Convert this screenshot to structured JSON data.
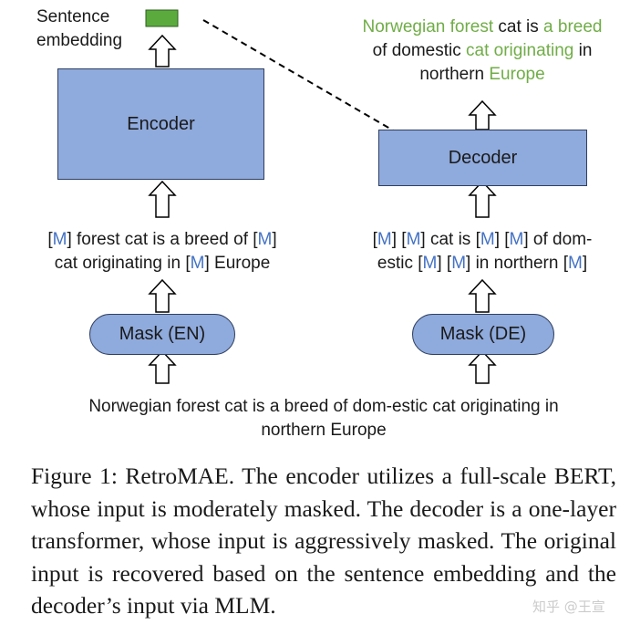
{
  "encoder_side": {
    "sentence_embedding_label_line1": "Sentence",
    "sentence_embedding_label_line2": "embedding",
    "encoder_label": "Encoder",
    "masked_input_line1": [
      {
        "t": "[",
        "k": "n"
      },
      {
        "t": "M",
        "k": "m"
      },
      {
        "t": "] forest cat is a breed of ",
        "k": "n"
      },
      {
        "t": "[",
        "k": "n"
      },
      {
        "t": "M",
        "k": "m"
      },
      {
        "t": "]",
        "k": "n"
      }
    ],
    "masked_input_line2": [
      {
        "t": "cat originating in ",
        "k": "n"
      },
      {
        "t": "[",
        "k": "n"
      },
      {
        "t": "M",
        "k": "m"
      },
      {
        "t": "] Europe",
        "k": "n"
      }
    ],
    "mask_label": "Mask (EN)"
  },
  "decoder_side": {
    "output_line1": [
      {
        "t": "Norwegian forest",
        "k": "g"
      },
      {
        "t": " cat is ",
        "k": "n"
      },
      {
        "t": "a breed",
        "k": "g"
      }
    ],
    "output_line2": [
      {
        "t": "of domestic ",
        "k": "n"
      },
      {
        "t": "cat originating",
        "k": "g"
      },
      {
        "t": " in",
        "k": "n"
      }
    ],
    "output_line3": [
      {
        "t": "northern ",
        "k": "n"
      },
      {
        "t": "Europe",
        "k": "g"
      }
    ],
    "decoder_label": "Decoder",
    "masked_input_line1": [
      {
        "t": "[",
        "k": "n"
      },
      {
        "t": "M",
        "k": "m"
      },
      {
        "t": "] ",
        "k": "n"
      },
      {
        "t": "[",
        "k": "n"
      },
      {
        "t": "M",
        "k": "m"
      },
      {
        "t": "] cat is ",
        "k": "n"
      },
      {
        "t": "[",
        "k": "n"
      },
      {
        "t": "M",
        "k": "m"
      },
      {
        "t": "] ",
        "k": "n"
      },
      {
        "t": "[",
        "k": "n"
      },
      {
        "t": "M",
        "k": "m"
      },
      {
        "t": "] of dom-",
        "k": "n"
      }
    ],
    "masked_input_line2": [
      {
        "t": "estic ",
        "k": "n"
      },
      {
        "t": "[",
        "k": "n"
      },
      {
        "t": "M",
        "k": "m"
      },
      {
        "t": "] ",
        "k": "n"
      },
      {
        "t": "[",
        "k": "n"
      },
      {
        "t": "M",
        "k": "m"
      },
      {
        "t": "] in northern ",
        "k": "n"
      },
      {
        "t": "[",
        "k": "n"
      },
      {
        "t": "M",
        "k": "m"
      },
      {
        "t": "]",
        "k": "n"
      }
    ],
    "mask_label": "Mask (DE)"
  },
  "original_input_line1": "Norwegian forest cat is a breed of dom-estic cat originating in",
  "original_input_line2": "northern Europe",
  "caption": "Figure 1: RetroMAE. The encoder utilizes a full-scale BERT, whose input is moderately masked. The decoder is a one-layer transformer, whose input is aggressively masked.  The original input is recovered based on the sentence embedding and the decoder’s input via MLM.",
  "watermark": "知乎 @王宣",
  "colors": {
    "box_fill": "#8FAADC",
    "box_border": "#2F3F5F",
    "mask_token": "#4472C4",
    "recovered_token": "#70AD47",
    "embedding_fill": "#5BAA3E"
  }
}
